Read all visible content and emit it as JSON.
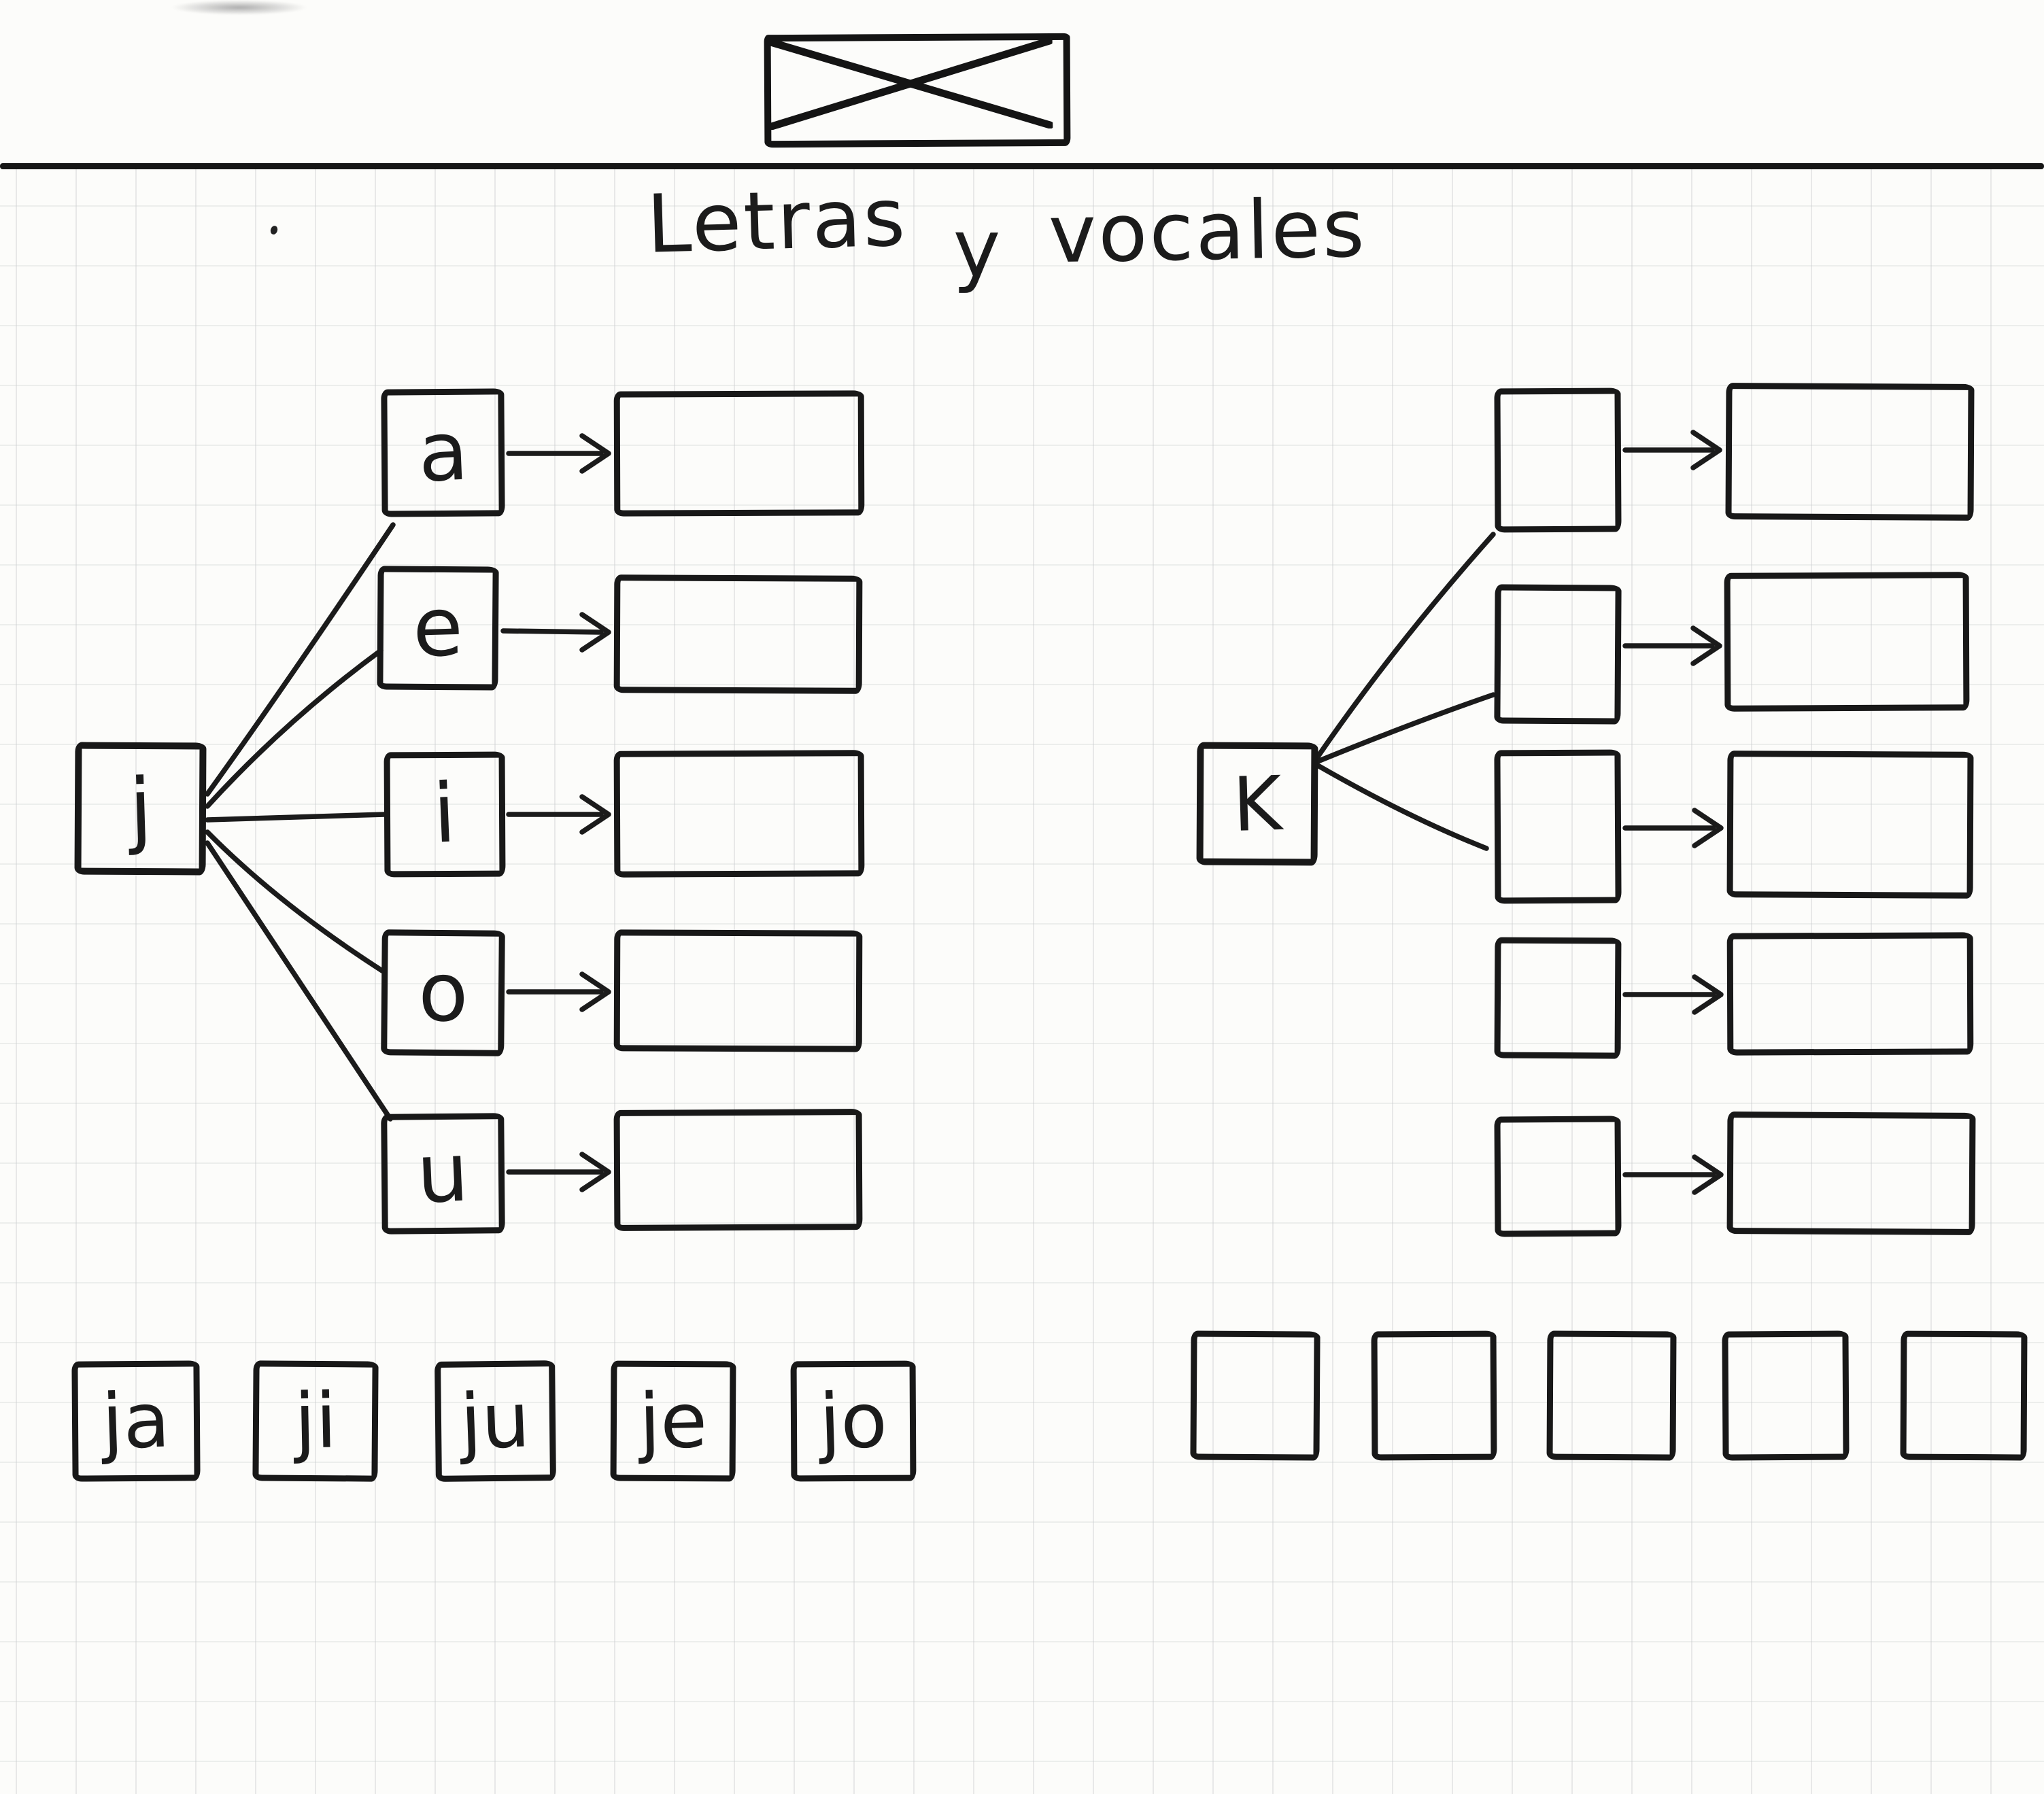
{
  "page": {
    "title_full": "Letras y vocales",
    "title_words": [
      "Letras",
      "y",
      "vocales"
    ]
  },
  "colors": {
    "ink": "#1b1b1b",
    "paper": "#fcfcfa",
    "grid_line": "#91969c"
  },
  "header": {
    "image_placeholder_icon": "crossed-box-image-placeholder"
  },
  "left_tree": {
    "root": "j",
    "vowels": [
      "a",
      "e",
      "i",
      "o",
      "u"
    ],
    "answer_blanks": 5
  },
  "right_tree": {
    "root": "K",
    "child_boxes": [
      "",
      "",
      "",
      "",
      ""
    ],
    "connected_children": 3,
    "answer_blanks": 5
  },
  "syllable_tiles": [
    "ja",
    "ji",
    "ju",
    "je",
    "jo"
  ],
  "empty_tiles": [
    "",
    "",
    "",
    "",
    ""
  ]
}
